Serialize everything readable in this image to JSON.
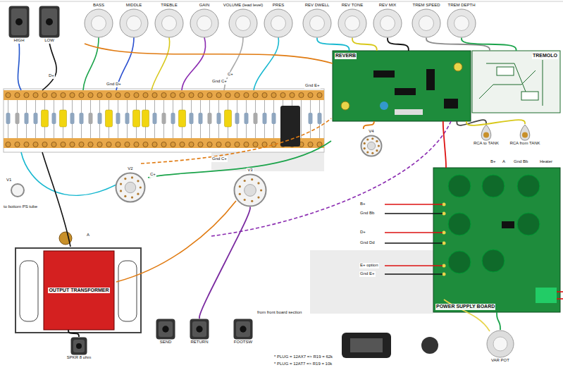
{
  "diagram": {
    "nodes": [
      {
        "text": [
          "HIGH"
        ]
      },
      {
        "text": [
          "LOW"
        ]
      },
      {
        "text": [
          "BASS"
        ]
      },
      {
        "text": [
          "MIDDLE"
        ]
      },
      {
        "text": [
          "TREBLE"
        ]
      },
      {
        "text": [
          "GAIN"
        ]
      },
      {
        "text": [
          "VOLUME (lead level)"
        ]
      },
      {
        "text": [
          "PRES"
        ]
      },
      {
        "text": [
          "REV DWELL"
        ]
      },
      {
        "text": [
          "REV TONE"
        ]
      },
      {
        "text": [
          "REV MIX"
        ]
      },
      {
        "text": [
          "TREM SPEED"
        ]
      },
      {
        "text": [
          "TREM DEPTH"
        ]
      },
      {
        "text": [
          "REVERB"
        ]
      },
      {
        "text": [
          "TREMOLO"
        ]
      },
      {
        "text": [
          "RCA to TANK"
        ]
      },
      {
        "text": [
          "RCA from TANK"
        ]
      },
      {
        "text": [
          "V2"
        ]
      },
      {
        "text": [
          "V3"
        ]
      },
      {
        "text": [
          "V4"
        ]
      },
      {
        "text": [
          "OUTPUT TRANSFORMER"
        ]
      },
      {
        "text": [
          "SPKR 8 ohm"
        ]
      },
      {
        "text": [
          "SEND"
        ]
      },
      {
        "text": [
          "RETURN"
        ]
      },
      {
        "text": [
          "FOOTSW"
        ]
      },
      {
        "text": [
          "POWER SUPPLY BOARD"
        ]
      },
      {
        "text": [
          "VAR POT"
        ]
      }
    ],
    "edges": [
      {
        "from": 8,
        "to": 13,
        "arrow": "none"
      },
      {
        "from": 9,
        "to": 13,
        "arrow": "none"
      },
      {
        "from": 10,
        "to": 13,
        "arrow": "none"
      },
      {
        "from": 11,
        "to": 14,
        "arrow": "none"
      },
      {
        "from": 12,
        "to": 14,
        "arrow": "none"
      },
      {
        "from": 13,
        "to": 15,
        "arrow": "none"
      },
      {
        "from": 13,
        "to": 16,
        "arrow": "none"
      },
      {
        "from": 13,
        "to": 19,
        "arrow": "none"
      },
      {
        "from": 25,
        "to": 26,
        "arrow": "none"
      },
      {
        "from": 20,
        "to": 21,
        "arrow": "none"
      },
      {
        "from": 23,
        "to": 18,
        "arrow": "none"
      },
      {
        "from": 25,
        "to": 13,
        "arrow": "none"
      }
    ],
    "labels": [
      "Gnd D+",
      "D+",
      "C+",
      "Gnd C+",
      "Gnd E+",
      "C+",
      "Gnd C+",
      "B+",
      "Gnd Bb",
      "D+",
      "Gnd Dd",
      "E+ option",
      "Gnd E+",
      "B+",
      "A",
      "Gnd Bb",
      "Heater",
      "A",
      "to bottom PS tube",
      "from front board section",
      "* PLUG = 12AX7 => R19 = 62k",
      "* PLUG = 12AT7 => R19 = 10k",
      "V1"
    ]
  }
}
